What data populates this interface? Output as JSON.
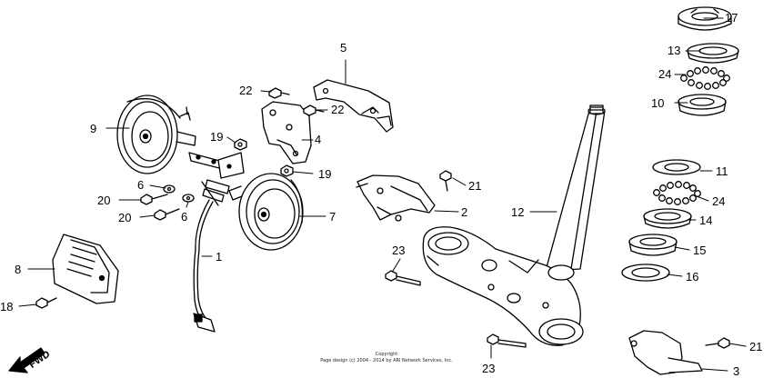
{
  "diagram": {
    "callouts": [
      "17",
      "13",
      "24",
      "10",
      "5",
      "22",
      "22",
      "9",
      "19",
      "4",
      "19",
      "6",
      "20",
      "20",
      "6",
      "7",
      "21",
      "2",
      "12",
      "11",
      "24",
      "14",
      "1",
      "23",
      "15",
      "8",
      "16",
      "18",
      "21",
      "23",
      "3"
    ],
    "fwd_label": "FWD",
    "copyright_line1": "Copyright",
    "copyright_line2": "Page design (c) 2004 - 2014 by ARI Network Services, Inc."
  }
}
